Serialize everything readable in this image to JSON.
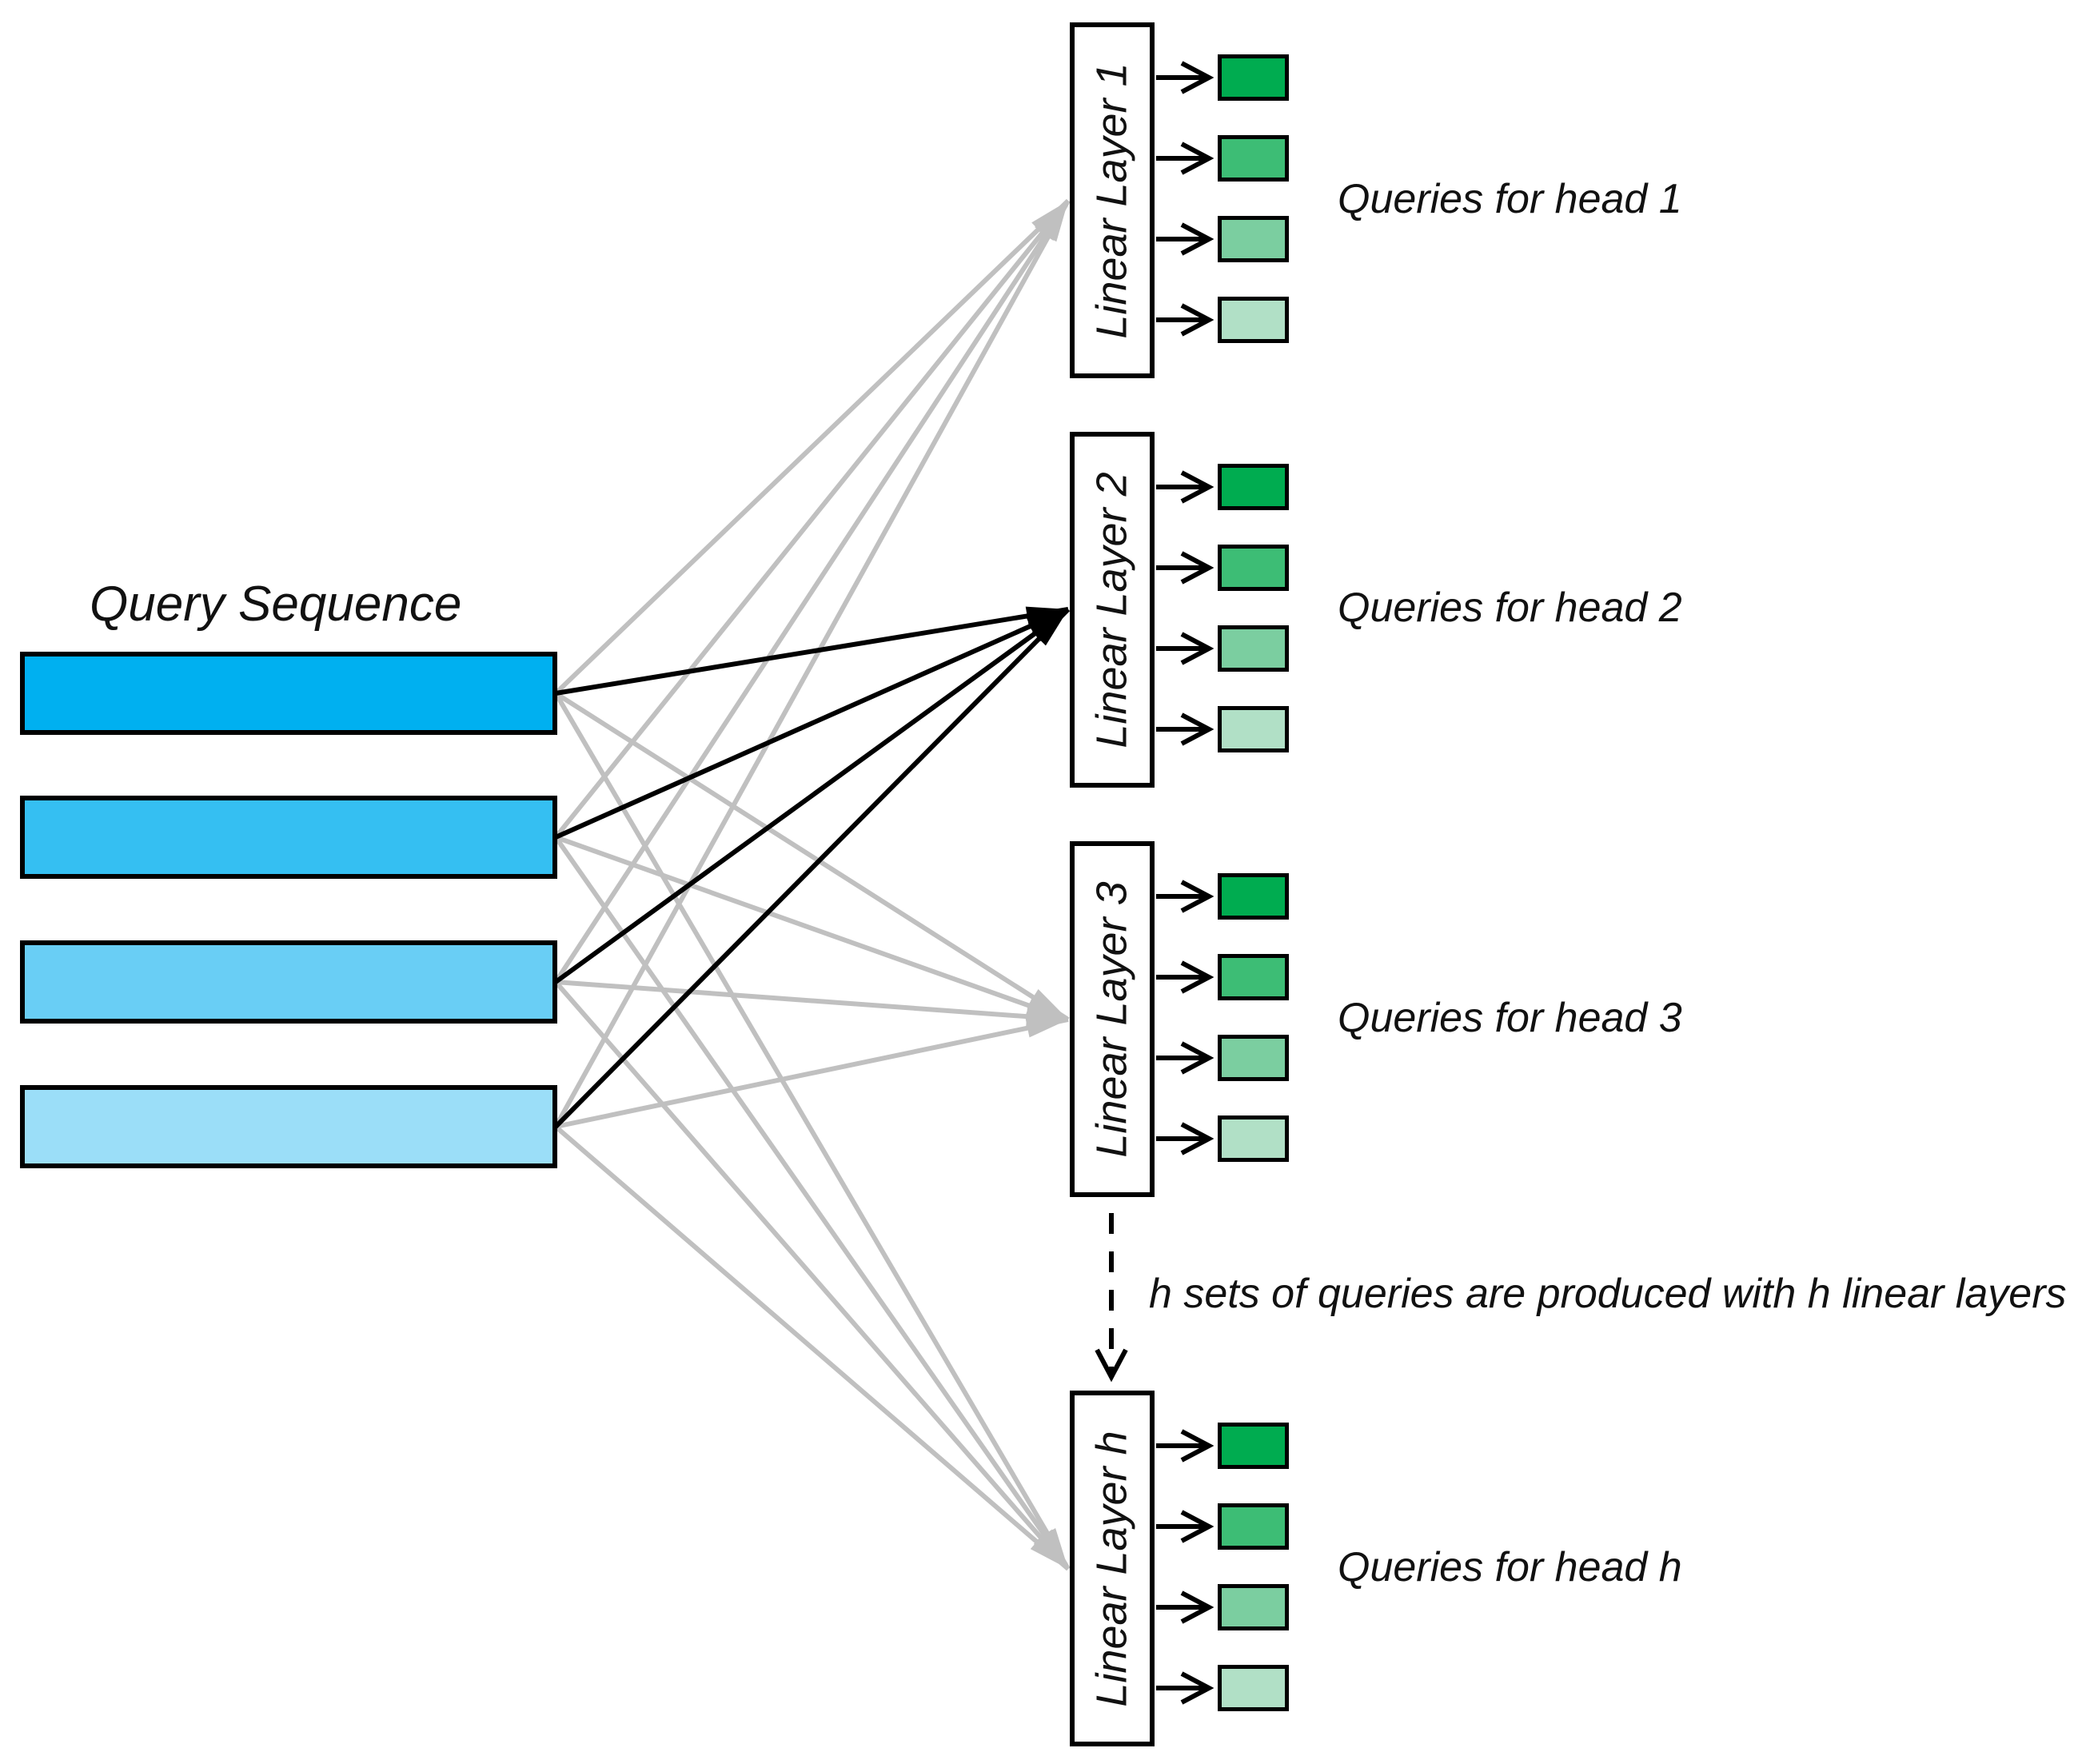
{
  "title": "Query Sequence",
  "annotation": "h sets of queries are produced with h linear layers",
  "palette": {
    "query_bar_blues": [
      "#00B0F0",
      "#35BFF2",
      "#69CEF5",
      "#9BDEF8"
    ],
    "output_box_greens": [
      "#00AC50",
      "#3DBD75",
      "#7BCEA0",
      "#B1E0C6"
    ],
    "inactive_line_gray": "#C0C0C0",
    "active_line_black": "#000000"
  },
  "query_sequence": {
    "bar_count": 4
  },
  "layers": [
    {
      "label": "Linear Layer 1",
      "query_label": "Queries for head 1",
      "output_count": 4
    },
    {
      "label": "Linear Layer 2",
      "query_label": "Queries for head 2",
      "output_count": 4
    },
    {
      "label": "Linear Layer 3",
      "query_label": "Queries for head 3",
      "output_count": 4
    },
    {
      "label": "Linear Layer h",
      "query_label": "Queries for head h",
      "output_count": 4
    }
  ]
}
